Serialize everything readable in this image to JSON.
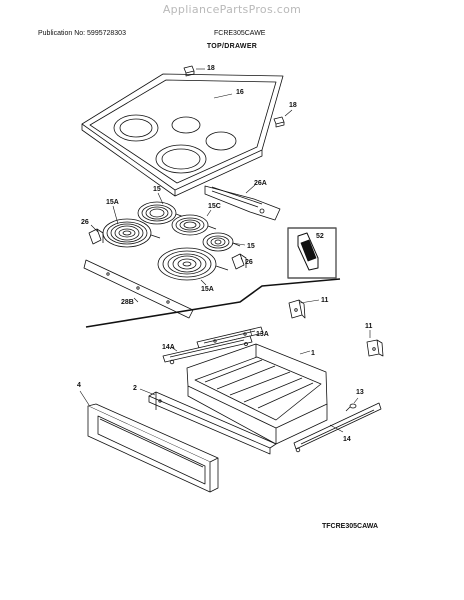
{
  "watermark": "AppliancePartsPros.com",
  "header": {
    "publication": "Publication No: 5995728303",
    "model": "FCRE305CAWE",
    "section": "TOP/DRAWER"
  },
  "footer": {
    "code": "TFCRE305CAWA"
  },
  "callouts": {
    "c18a": "18",
    "c16": "16",
    "c18b": "18",
    "c15": "15",
    "c26a": "26A",
    "c15a": "15A",
    "c15c": "15C",
    "c26": "26",
    "c52": "52",
    "c15b": "15",
    "c26b": "26",
    "c15a2": "15A",
    "c28b": "28B",
    "c11a": "11",
    "c11b": "11",
    "c13a": "13A",
    "c14a": "14A",
    "c1": "1",
    "c4": "4",
    "c2": "2",
    "c13": "13",
    "c14": "14"
  }
}
